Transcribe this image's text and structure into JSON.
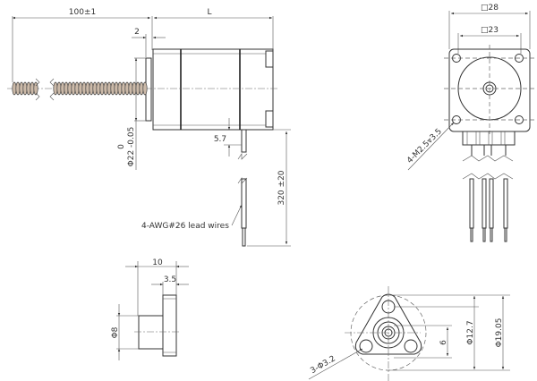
{
  "side_view": {
    "shaft_length": "100±1",
    "motor_length": "L",
    "flange_thickness": "2",
    "pilot_diameter_tol": "0",
    "pilot_diameter": "Φ22 -0.05",
    "wire_offset": "5.7",
    "wire_length": "320 ±20",
    "lead_wires_label": "4-AWG#26 lead wires"
  },
  "front_view": {
    "square_outer": "□28",
    "square_inner": "□23",
    "mount_holes": "4-M2.5⩔3.5"
  },
  "nut_side": {
    "length": "10",
    "flange_thickness": "3.5",
    "body_diameter": "Φ8"
  },
  "nut_front": {
    "holes": "3-Φ3.2",
    "offset": "6",
    "hole_circle": "Φ12.7",
    "outer_diameter": "Φ19.05"
  }
}
